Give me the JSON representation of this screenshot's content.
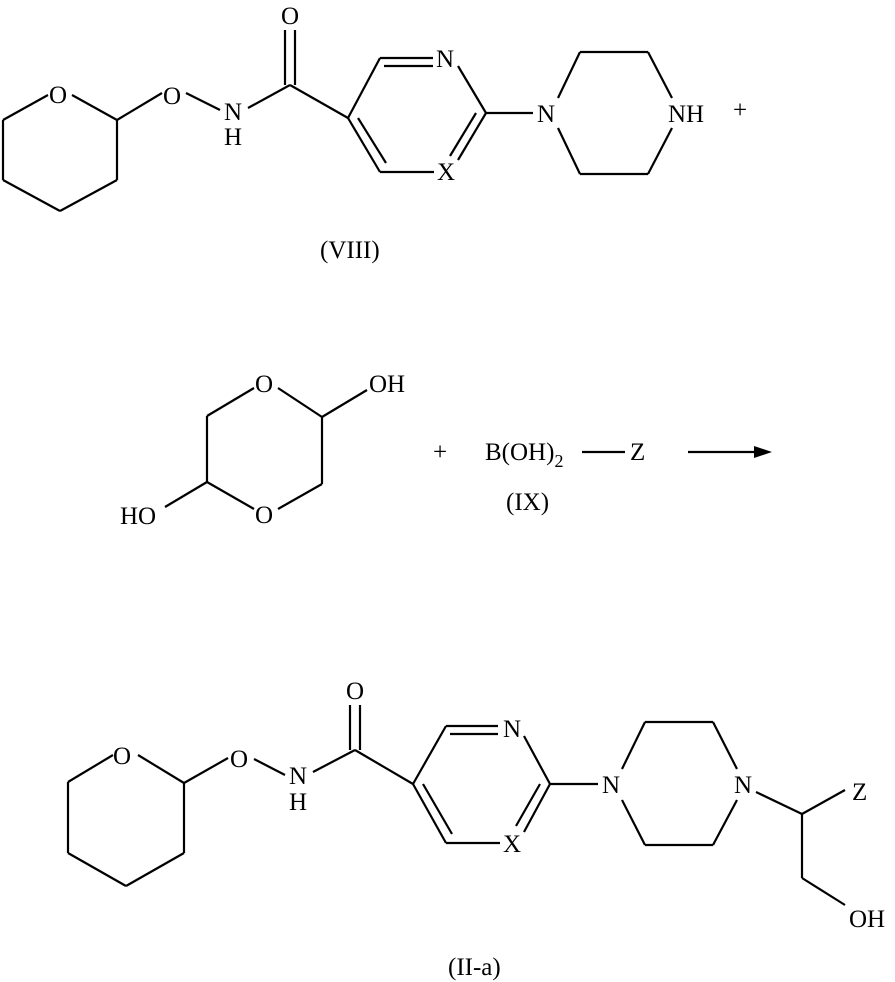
{
  "compounds": {
    "viii": {
      "label": "(VIII)",
      "atoms": {
        "O_ring": "O",
        "O_link": "O",
        "N_amide": "N",
        "H_amide": "H",
        "O_carbonyl": "O",
        "N_pyr": "N",
        "X_pyr": "X",
        "N_pip": "N",
        "NH_pip": "NH"
      }
    },
    "plus_1": "+",
    "dioxane": {
      "atoms": {
        "O_top": "O",
        "O_bottom": "O",
        "OH_right": "OH",
        "HO_left": "HO"
      }
    },
    "plus_2": "+",
    "ix": {
      "label": "(IX)",
      "boron": "B(OH)",
      "subscript": "2",
      "z": "Z"
    },
    "iia": {
      "label": "(II-a)",
      "atoms": {
        "O_ring": "O",
        "O_link": "O",
        "N_amide": "N",
        "H_amide": "H",
        "O_carbonyl": "O",
        "N_pyr": "N",
        "X_pyr": "X",
        "N_pip1": "N",
        "N_pip2": "N",
        "Z": "Z",
        "OH": "OH"
      }
    }
  }
}
